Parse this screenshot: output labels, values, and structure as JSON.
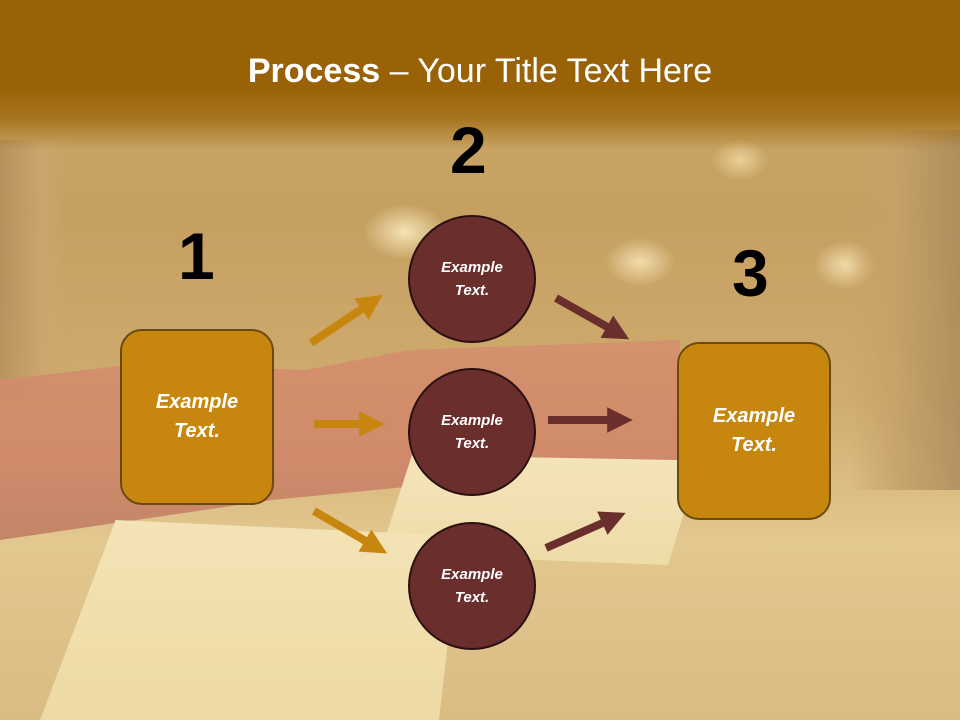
{
  "title": {
    "bold": "Process",
    "rest": " – Your Title Text Here"
  },
  "steps": {
    "step1": {
      "number": "1",
      "text_line1": "Example",
      "text_line2": "Text."
    },
    "step2": {
      "number": "2"
    },
    "step3": {
      "number": "3",
      "text_line1": "Example",
      "text_line2": "Text."
    }
  },
  "circles": [
    {
      "text_line1": "Example",
      "text_line2": "Text."
    },
    {
      "text_line1": "Example",
      "text_line2": "Text."
    },
    {
      "text_line1": "Example",
      "text_line2": "Text."
    }
  ],
  "colors": {
    "banner": "#9a6206",
    "box_fill": "#c7870f",
    "circle_fill": "#6a2e2d",
    "arrow_gold": "#c7870f",
    "arrow_maroon": "#6a2e2d"
  }
}
